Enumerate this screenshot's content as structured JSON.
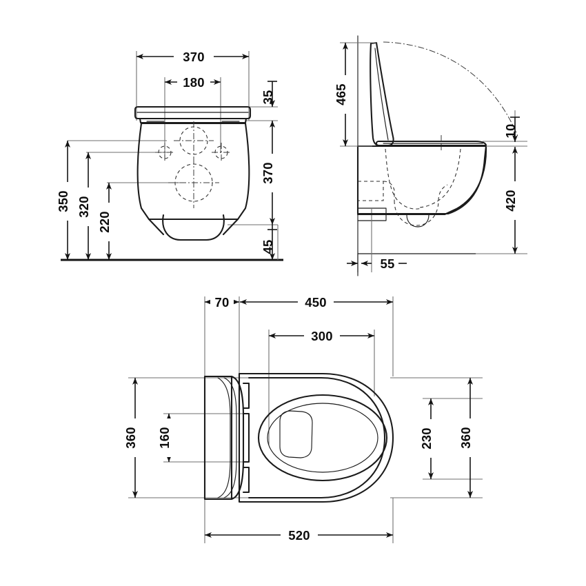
{
  "document": {
    "type": "technical-dimension-drawing",
    "subject": "Wall-hung toilet (WC) with seat and cover",
    "units": "mm",
    "background_color": "#ffffff",
    "line_color": "#1b1b1b",
    "text_color": "#0d0d0d"
  },
  "views": {
    "front": {
      "name": "front-elevation",
      "dimensions": {
        "overall_width": "370",
        "fixing_hole_spacing": "180",
        "seat_thickness": "35",
        "body_height": "370",
        "outlet_to_floor": "45",
        "top_of_bowl_to_floor": "350",
        "upper_hole_to_floor": "320",
        "lower_hole_to_floor": "220"
      }
    },
    "side": {
      "name": "side-elevation",
      "dimensions": {
        "lid_open_height": "465",
        "seat_thickness": "10",
        "bowl_height_to_floor": "420",
        "wall_offset": "55"
      }
    },
    "plan": {
      "name": "plan-view",
      "dimensions": {
        "hinge_to_bowl_front": "70",
        "bowl_length": "450",
        "bowl_opening_length": "300",
        "overall_width_left": "360",
        "hinge_spacing": "160",
        "bowl_opening_width": "230",
        "overall_width_right": "360",
        "overall_length": "520"
      }
    }
  },
  "labels": {
    "front_370_width": "370",
    "front_180": "180",
    "front_35": "35",
    "front_370_height": "370",
    "front_45": "45",
    "front_350": "350",
    "front_320": "320",
    "front_220": "220",
    "side_465": "465",
    "side_10": "10",
    "side_420": "420",
    "side_55": "55",
    "plan_70": "70",
    "plan_450": "450",
    "plan_300": "300",
    "plan_360_left": "360",
    "plan_160": "160",
    "plan_230": "230",
    "plan_360_right": "360",
    "plan_520": "520"
  }
}
